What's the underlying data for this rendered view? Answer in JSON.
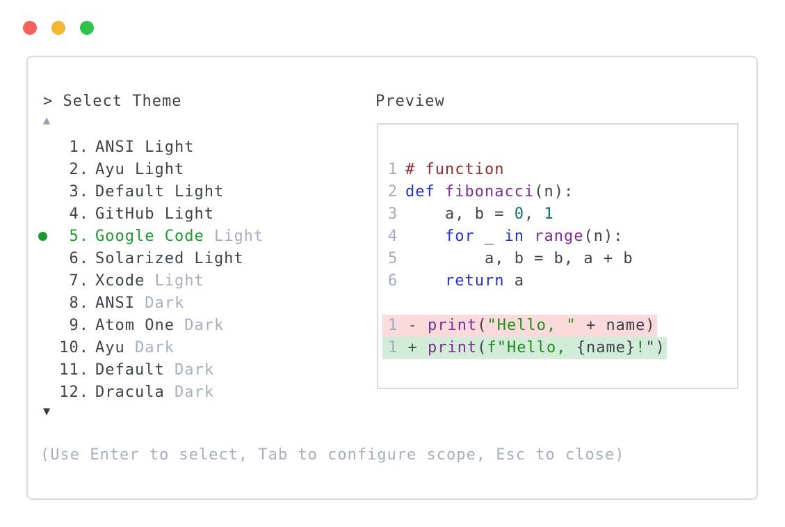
{
  "window": {
    "traffic_lights": [
      {
        "name": "close",
        "color": "#f4625d"
      },
      {
        "name": "minimize",
        "color": "#f2b633"
      },
      {
        "name": "zoom",
        "color": "#2dc24a"
      }
    ]
  },
  "dialog": {
    "prompt": "> Select Theme",
    "scroll_up_indicator": "▲",
    "scroll_down_indicator": "▼",
    "footer_hint": "(Use Enter to select, Tab to configure scope, Esc to close)"
  },
  "theme_list": {
    "selected_index": 4,
    "items": [
      {
        "number": "1.",
        "primary": "ANSI Light",
        "muted": "",
        "selected": false
      },
      {
        "number": "2.",
        "primary": "Ayu Light",
        "muted": "",
        "selected": false
      },
      {
        "number": "3.",
        "primary": "Default Light",
        "muted": "",
        "selected": false
      },
      {
        "number": "4.",
        "primary": "GitHub Light",
        "muted": "",
        "selected": false
      },
      {
        "number": "5.",
        "primary": "Google Code",
        "muted": "Light",
        "selected": true
      },
      {
        "number": "6.",
        "primary": "Solarized Light",
        "muted": "",
        "selected": false
      },
      {
        "number": "7.",
        "primary": "Xcode",
        "muted": "Light",
        "selected": false
      },
      {
        "number": "8.",
        "primary": "ANSI",
        "muted": "Dark",
        "selected": false
      },
      {
        "number": "9.",
        "primary": "Atom One",
        "muted": "Dark",
        "selected": false
      },
      {
        "number": "10.",
        "primary": "Ayu",
        "muted": "Dark",
        "selected": false
      },
      {
        "number": "11.",
        "primary": "Default",
        "muted": "Dark",
        "selected": false
      },
      {
        "number": "12.",
        "primary": "Dracula",
        "muted": "Dark",
        "selected": false
      }
    ]
  },
  "preview": {
    "label": "Preview",
    "code_lines": [
      {
        "number": "1",
        "segments": [
          {
            "t": "# function",
            "c": "comment"
          }
        ]
      },
      {
        "number": "2",
        "segments": [
          {
            "t": "def",
            "c": "keyword"
          },
          {
            "t": " ",
            "c": "plain"
          },
          {
            "t": "fibonacci",
            "c": "function"
          },
          {
            "t": "(n):",
            "c": "plain"
          }
        ]
      },
      {
        "number": "3",
        "segments": [
          {
            "t": "    a, b = ",
            "c": "plain"
          },
          {
            "t": "0",
            "c": "number"
          },
          {
            "t": ", ",
            "c": "plain"
          },
          {
            "t": "1",
            "c": "number"
          }
        ]
      },
      {
        "number": "4",
        "segments": [
          {
            "t": "    ",
            "c": "plain"
          },
          {
            "t": "for",
            "c": "keyword"
          },
          {
            "t": " _ ",
            "c": "plain"
          },
          {
            "t": "in",
            "c": "keyword"
          },
          {
            "t": " ",
            "c": "plain"
          },
          {
            "t": "range",
            "c": "function"
          },
          {
            "t": "(n):",
            "c": "plain"
          }
        ]
      },
      {
        "number": "5",
        "segments": [
          {
            "t": "        a, b = b, a + b",
            "c": "plain"
          }
        ]
      },
      {
        "number": "6",
        "segments": [
          {
            "t": "    ",
            "c": "plain"
          },
          {
            "t": "return",
            "c": "keyword"
          },
          {
            "t": " a",
            "c": "plain"
          }
        ]
      }
    ],
    "diff_lines": [
      {
        "kind": "removed",
        "segments": [
          {
            "t": "1",
            "c": "linenum"
          },
          {
            "t": " ",
            "c": "plain"
          },
          {
            "t": "-",
            "c": "minus"
          },
          {
            "t": " ",
            "c": "plain"
          },
          {
            "t": "print",
            "c": "function"
          },
          {
            "t": "(",
            "c": "plain"
          },
          {
            "t": "\"Hello, \"",
            "c": "string"
          },
          {
            "t": " + name)",
            "c": "plain"
          }
        ]
      },
      {
        "kind": "added",
        "segments": [
          {
            "t": "1",
            "c": "linenum"
          },
          {
            "t": " ",
            "c": "plain"
          },
          {
            "t": "+",
            "c": "plus"
          },
          {
            "t": " ",
            "c": "plain"
          },
          {
            "t": "print",
            "c": "function"
          },
          {
            "t": "(",
            "c": "plain"
          },
          {
            "t": "f\"Hello, ",
            "c": "string"
          },
          {
            "t": "{name}",
            "c": "plain"
          },
          {
            "t": "!",
            "c": "string"
          },
          {
            "t": "\")",
            "c": "plain"
          }
        ]
      }
    ]
  },
  "colors": {
    "plain": "#3d434b",
    "muted": "#a6afc0",
    "selected_green": "#1a9a2e",
    "comment": "#8f2b2b",
    "keyword": "#2633c0",
    "function": "#7c2d92",
    "number": "#0d6e6e",
    "string": "#1e8e1e",
    "linenum": "#a2abbc",
    "minus": "#a63c3c",
    "plus": "#2d6a35",
    "removed_bg": "#fadada",
    "added_bg": "#d3ebd9"
  }
}
